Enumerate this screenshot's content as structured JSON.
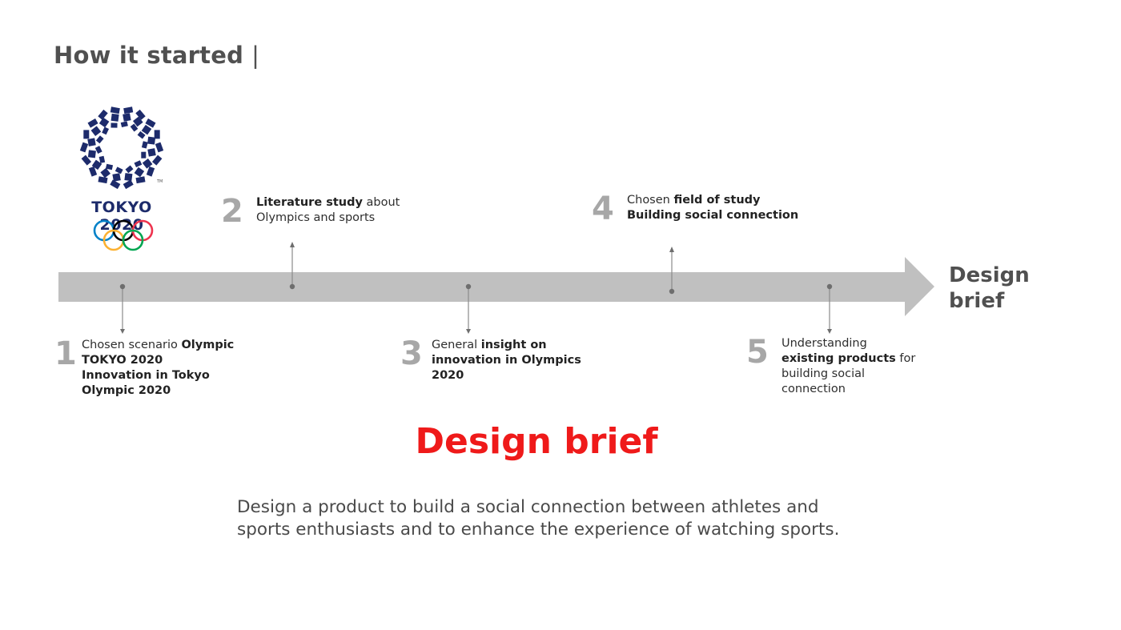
{
  "header": {
    "title": "How it started",
    "separator": "|"
  },
  "logo": {
    "wordmark": "TOKYO 2020",
    "trademark": "TM",
    "ring_colors": [
      "#0081c8",
      "#fcb131",
      "#000000",
      "#00a651",
      "#ee334e"
    ],
    "emblem_color": "#1d2b6b"
  },
  "timeline": {
    "end_label_line1": "Design",
    "end_label_line2": "brief",
    "arrow_color": "#c0c0c0",
    "marker_color": "#6e6e6e",
    "steps": [
      {
        "number": "1",
        "position": "below",
        "segments": [
          {
            "t": "Chosen scenario ",
            "b": false
          },
          {
            "t": "Olympic TOKYO 2020 Innovation in Tokyo Olympic 2020",
            "b": true
          }
        ],
        "lines": [
          "Chosen scenario |Olympic",
          "|TOKYO 2020",
          "|Innovation in Tokyo",
          "|Olympic 2020"
        ]
      },
      {
        "number": "2",
        "position": "above",
        "lines": [
          "|Literature study| about",
          "Olympics and sports"
        ]
      },
      {
        "number": "3",
        "position": "below",
        "lines": [
          "General |insight on",
          "|innovation in Olympics",
          "|2020"
        ]
      },
      {
        "number": "4",
        "position": "above",
        "lines": [
          "Chosen |field of study",
          "|Building social connection"
        ]
      },
      {
        "number": "5",
        "position": "below",
        "lines": [
          "Understanding",
          "|existing products| for",
          "building social",
          "connection"
        ]
      }
    ]
  },
  "brief": {
    "title": "Design brief",
    "title_color": "#ef1a1a",
    "line1": "Design a product to build a social connection between athletes and",
    "line2": "sports enthusiasts and to enhance the experience of watching sports."
  }
}
